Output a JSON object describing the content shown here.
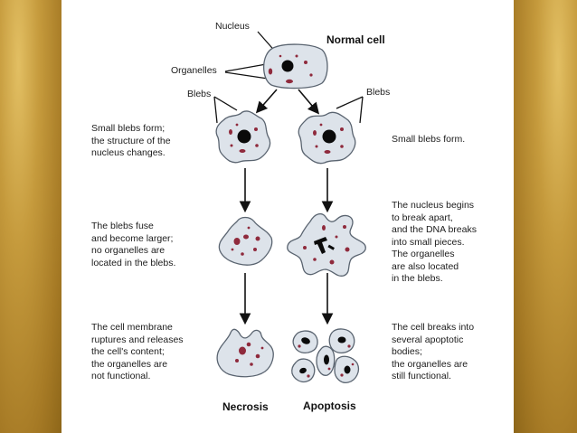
{
  "labels": {
    "nucleus": "Nucleus",
    "organelles": "Organelles",
    "blebs_left": "Blebs",
    "blebs_right": "Blebs"
  },
  "headings": {
    "normal_cell": "Normal cell",
    "necrosis": "Necrosis",
    "apoptosis": "Apoptosis"
  },
  "notes": {
    "left_1": [
      "Small blebs form;",
      "the structure of the",
      "nucleus changes."
    ],
    "left_2": [
      "The blebs fuse",
      "and become larger;",
      "no organelles are",
      "located in the blebs."
    ],
    "left_3": [
      "The cell membrane",
      "ruptures and releases",
      "the cell's content;",
      "the organelles are",
      "not functional."
    ],
    "right_1": [
      "Small blebs form."
    ],
    "right_2": [
      "The nucleus begins",
      "to break apart,",
      "and the DNA breaks",
      "into small pieces.",
      "The organelles",
      "are also located",
      "in the blebs."
    ],
    "right_3": [
      "The cell breaks into",
      "several apoptotic",
      "bodies;",
      "the organelles are",
      "still functional."
    ]
  },
  "colors": {
    "cell_fill": "#dde3ea",
    "cell_stroke": "#5a6470",
    "organelle": "#8f2a3c",
    "nucleus": "#0a0a0a",
    "background_gold": "#b08a2a"
  }
}
